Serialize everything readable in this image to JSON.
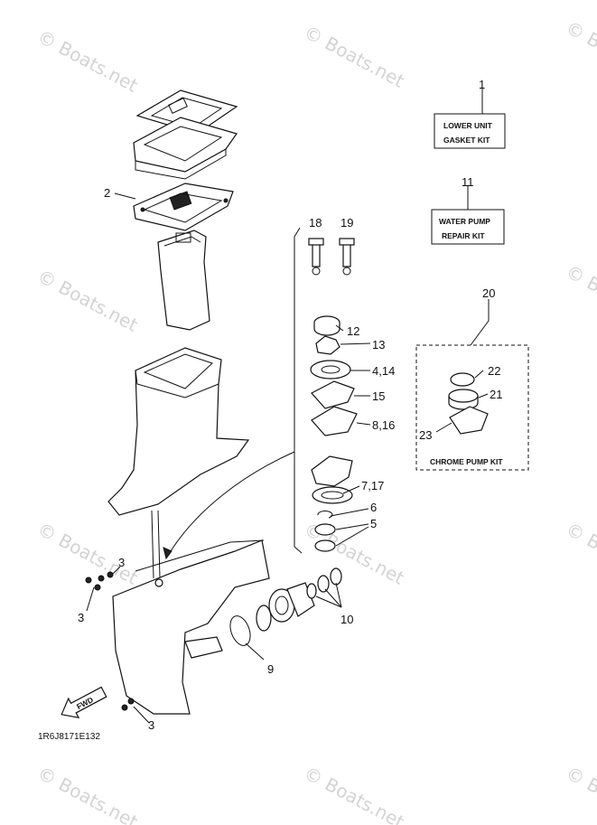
{
  "diagram": {
    "code": "1R6J8171E132",
    "watermark": "© Boats.net",
    "callouts": {
      "c1": "1",
      "c2": "2",
      "c3a": "3",
      "c3b": "3",
      "c3c": "3",
      "c4_14": "4,14",
      "c5": "5",
      "c6": "6",
      "c7_17": "7,17",
      "c8_16": "8,16",
      "c9": "9",
      "c10": "10",
      "c11": "11",
      "c12": "12",
      "c13": "13",
      "c15": "15",
      "c18": "18",
      "c19": "19",
      "c20": "20",
      "c21": "21",
      "c22": "22",
      "c23": "23"
    },
    "kits": {
      "gasket_line1": "LOWER UNIT",
      "gasket_line2": "GASKET KIT",
      "pump_line1": "WATER PUMP",
      "pump_line2": "REPAIR KIT",
      "chrome": "CHROME PUMP KIT"
    },
    "fwd": "FWD"
  }
}
